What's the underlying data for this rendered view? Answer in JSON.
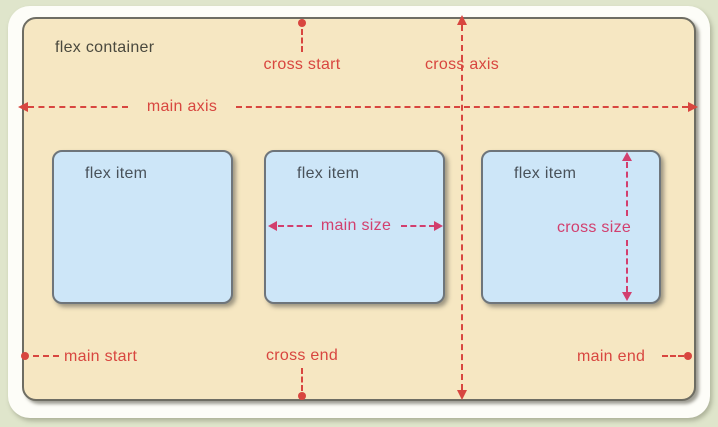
{
  "diagram": {
    "container": {
      "label": "flex container"
    },
    "items": [
      {
        "label": "flex item"
      },
      {
        "label": "flex item"
      },
      {
        "label": "flex item"
      }
    ],
    "annotations": {
      "main_axis": "main axis",
      "cross_axis": "cross axis",
      "cross_start": "cross start",
      "cross_end": "cross end",
      "main_start": "main start",
      "main_end": "main end",
      "main_size": "main size",
      "cross_size": "cross size"
    },
    "colors": {
      "background": "#dfe5cb",
      "frame": "#fdfdf8",
      "container_fill": "#f6e7c2",
      "container_border": "#6e6d63",
      "item_fill": "#cde6f8",
      "item_border": "#6e757b",
      "container_text": "#4a493e",
      "item_text": "#49525a",
      "axis_red": "#d8463f",
      "size_pink": "#d23f6e"
    }
  }
}
